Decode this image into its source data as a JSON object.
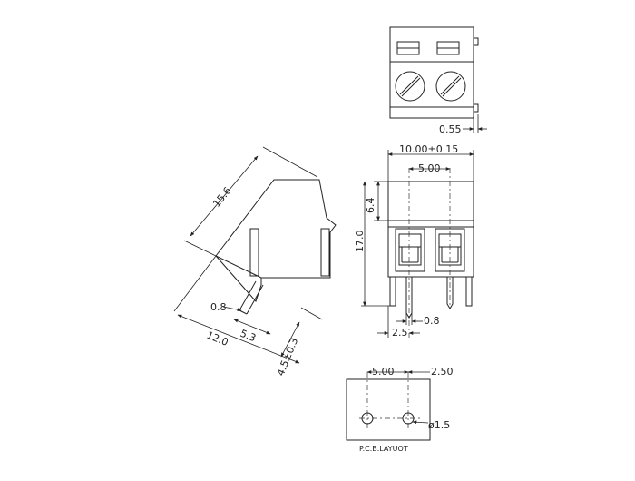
{
  "dimensions": {
    "pin_offset": "0.55",
    "width_tol": "10.00±0.15",
    "pitch": "5.00",
    "top_h": "6.4",
    "height": "17.0",
    "pin_w": "0.8",
    "edge": "2.5",
    "side_diag": "15.6",
    "side_pin": "0.8",
    "side_depth": "12.0",
    "side_pin_pos": "5.3",
    "side_pin_len": "4.5±0.3",
    "pcb_pitch": "5.00",
    "pcb_edge": "2.50",
    "hole_dia": "ø1.5"
  },
  "labels": {
    "pcb_layout": "P.C.B.LAYUOT"
  }
}
